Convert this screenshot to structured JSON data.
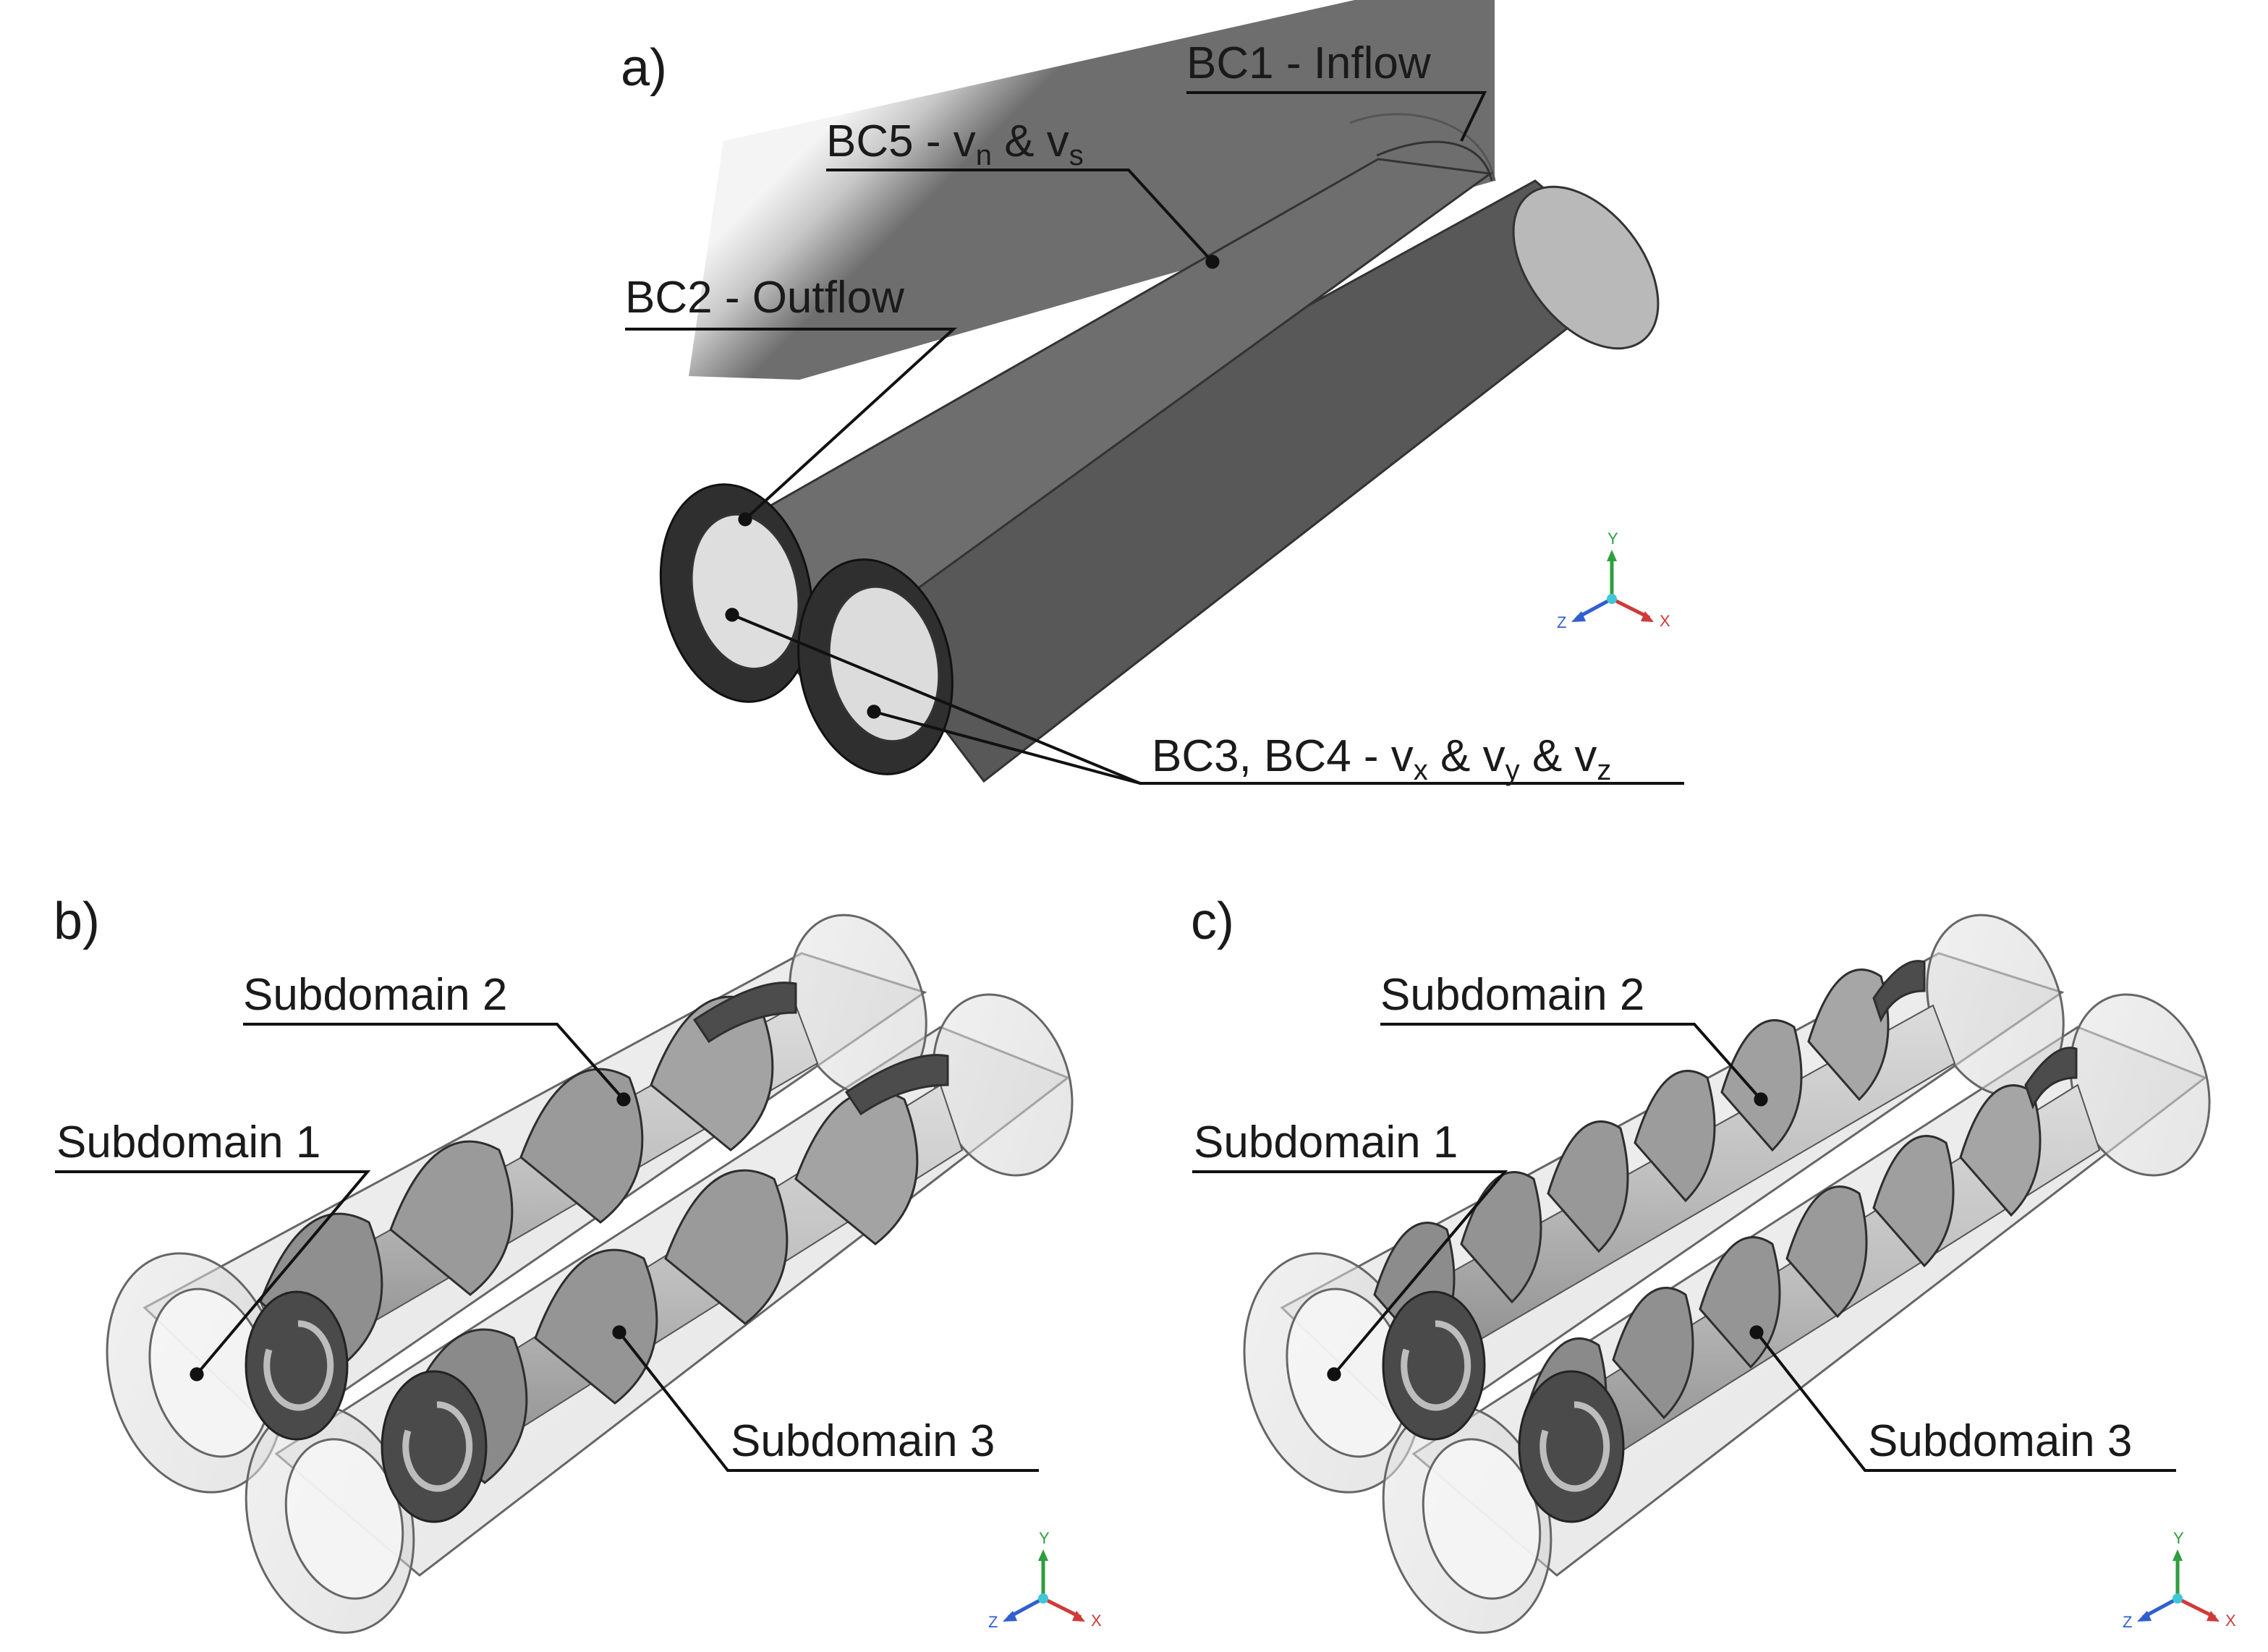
{
  "figure": {
    "panels": [
      {
        "id": "a",
        "label": "a)",
        "callouts": {
          "bc1": "BC1 - Inflow",
          "bc5": {
            "prefix": "BC5 - v",
            "sub1": "n",
            "mid": " & v",
            "sub2": "s"
          },
          "bc2": "BC2 - Outflow",
          "bc34": {
            "prefix": "BC3, BC4 - v",
            "sub1": "x",
            "mid1": " & v",
            "sub2": "y",
            "mid2": " & v",
            "sub3": "z"
          }
        }
      },
      {
        "id": "b",
        "label": "b)",
        "callouts": {
          "sd1": "Subdomain 1",
          "sd2": "Subdomain 2",
          "sd3": "Subdomain 3"
        }
      },
      {
        "id": "c",
        "label": "c)",
        "callouts": {
          "sd1": "Subdomain 1",
          "sd2": "Subdomain 2",
          "sd3": "Subdomain 3"
        }
      }
    ],
    "axis_triad": {
      "x": "X",
      "y": "Y",
      "z": "Z"
    },
    "colors": {
      "x_axis": "#d03a3a",
      "y_axis": "#2e9e3e",
      "z_axis": "#2f5fd0",
      "solid_dark": "#3a3a3a"
    }
  }
}
